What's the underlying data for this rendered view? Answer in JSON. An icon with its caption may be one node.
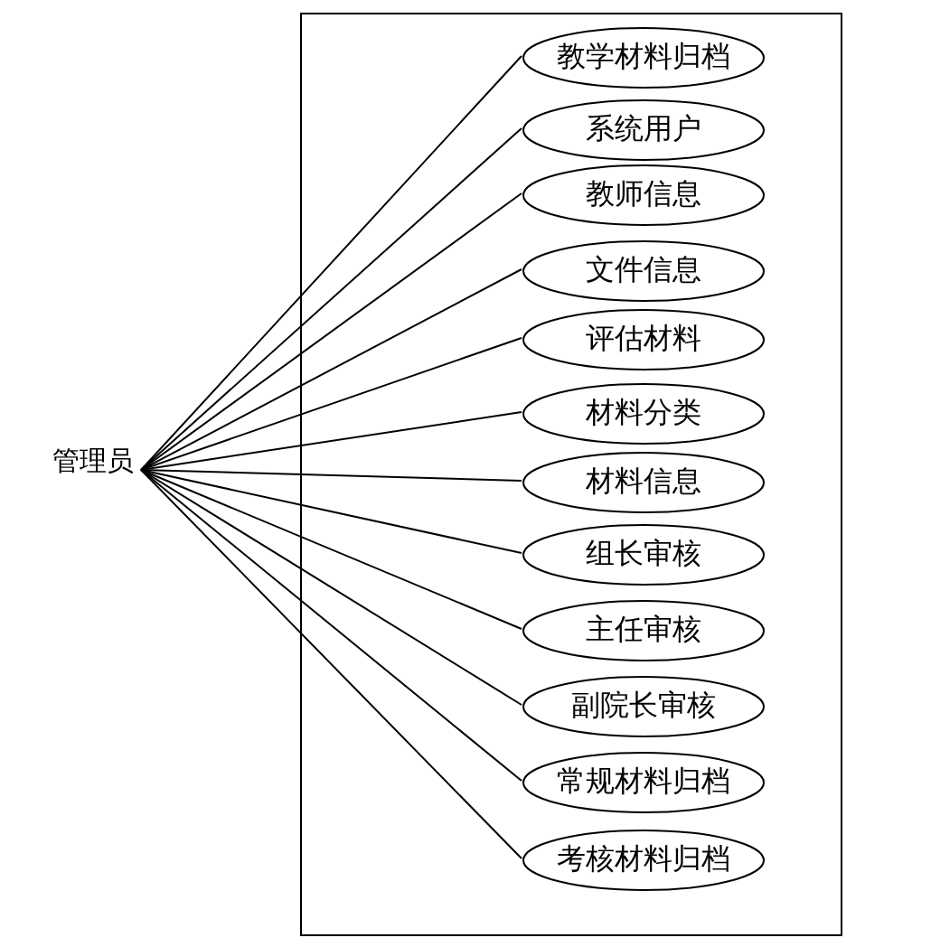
{
  "diagram": {
    "nodes": [
      {
        "text": [
          "管理员"
        ]
      },
      {
        "text": [],
        "shape": "box"
      },
      {
        "text": [
          "教学材料归档"
        ],
        "in": 1
      },
      {
        "text": [
          "系统用户"
        ],
        "in": 1
      },
      {
        "text": [
          "教师信息"
        ],
        "in": 1
      },
      {
        "text": [
          "文件信息"
        ],
        "in": 1
      },
      {
        "text": [
          "评估材料"
        ],
        "in": 1
      },
      {
        "text": [
          "材料分类"
        ],
        "in": 1
      },
      {
        "text": [
          "材料信息"
        ],
        "in": 1
      },
      {
        "text": [
          "组长审核"
        ],
        "in": 1
      },
      {
        "text": [
          "主任审核"
        ],
        "in": 1
      },
      {
        "text": [
          "副院长审核"
        ],
        "in": 1
      },
      {
        "text": [
          "常规材料归档"
        ],
        "in": 1
      },
      {
        "text": [
          "考核材料归档"
        ],
        "in": 1
      }
    ],
    "edges": [
      {
        "from": 0,
        "to": 2,
        "arrow": "none"
      },
      {
        "from": 0,
        "to": 3,
        "arrow": "none"
      },
      {
        "from": 0,
        "to": 4,
        "arrow": "none"
      },
      {
        "from": 0,
        "to": 5,
        "arrow": "none"
      },
      {
        "from": 0,
        "to": 6,
        "arrow": "none"
      },
      {
        "from": 0,
        "to": 7,
        "arrow": "none"
      },
      {
        "from": 0,
        "to": 8,
        "arrow": "none"
      },
      {
        "from": 0,
        "to": 9,
        "arrow": "none"
      },
      {
        "from": 0,
        "to": 10,
        "arrow": "none"
      },
      {
        "from": 0,
        "to": 11,
        "arrow": "none"
      },
      {
        "from": 0,
        "to": 12,
        "arrow": "none"
      },
      {
        "from": 0,
        "to": 13,
        "arrow": "none"
      }
    ]
  }
}
